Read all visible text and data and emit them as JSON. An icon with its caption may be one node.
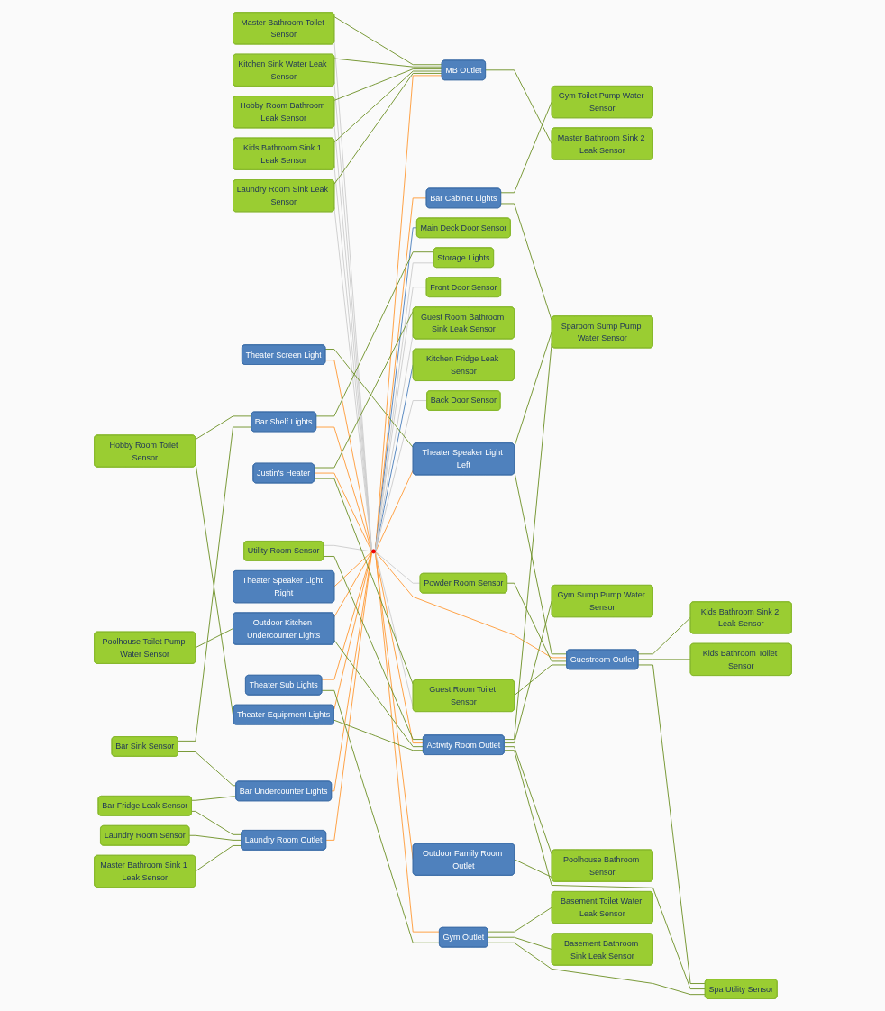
{
  "diagram": {
    "nodes": [
      {
        "text": [
          "Master Bathroom Sink 1 Leak Sensor"
        ]
      },
      {
        "text": [
          "Laundry Room Sensor"
        ]
      },
      {
        "text": [
          "Bar Fridge Leak Sensor"
        ]
      },
      {
        "text": [
          "Laundry Room Outlet"
        ]
      },
      {
        "text": [
          "Gym Toilet Pump Water Sensor"
        ]
      },
      {
        "text": [
          "Master Bathroom Sink 2 Leak Sensor"
        ]
      },
      {
        "text": [
          "Bar Sink Sensor"
        ]
      },
      {
        "text": [
          "Bar Undercounter Lights"
        ]
      },
      {
        "text": [
          "MB Outlet"
        ]
      },
      {
        "text": [
          "Bar Cabinet Lights"
        ]
      },
      {
        "text": [
          "Laundry Room Sink Leak Sensor"
        ]
      },
      {
        "text": [
          "Hobby Room Bathroom Leak Sensor"
        ]
      },
      {
        "text": [
          "Bar Shelf Lights"
        ]
      },
      {
        "text": [
          "Main Deck Door Sensor"
        ]
      },
      {
        "text": [
          "Kitchen Sink Water Leak Sensor"
        ]
      },
      {
        "text": [
          "Master Bathroom Toilet Sensor"
        ]
      },
      {
        "text": [
          "Kids Bathroom Sink 1 Leak Sensor"
        ]
      },
      {
        "text": [
          "Storage Lights"
        ]
      },
      {
        "text": [
          "Theater Speaker Light Right"
        ]
      },
      {
        "text": [
          "Hobby Room Toilet Sensor"
        ]
      },
      {
        "text": [
          "Front Door Sensor"
        ]
      },
      {
        "text": [
          "Guest Room Bathroom Sink Leak Sensor"
        ]
      },
      {
        "text": [],
        "shape": "circle"
      },
      {
        "text": [
          "Kitchen Fridge Leak Sensor"
        ]
      },
      {
        "text": [
          "Theater Equipment Lights"
        ]
      },
      {
        "text": [
          "Justin's Heater"
        ]
      },
      {
        "text": [
          "Sparoom Sump Pump Water Sensor"
        ]
      },
      {
        "text": [
          "Theater Screen Light"
        ]
      },
      {
        "text": [
          "Outdoor Kitchen Undercounter Lights"
        ]
      },
      {
        "text": [
          "Back Door Sensor"
        ]
      },
      {
        "text": [
          "Poolhouse Toilet Pump Water Sensor"
        ]
      },
      {
        "text": [
          "Utility Room Sensor"
        ]
      },
      {
        "text": [
          "Theater Speaker Light Left"
        ]
      },
      {
        "text": [
          "Guest Room Toilet Sensor"
        ]
      },
      {
        "text": [
          "Outdoor Family Room Outlet"
        ]
      },
      {
        "text": [
          "Powder Room Sensor"
        ]
      },
      {
        "text": [
          "Theater Sub Lights"
        ]
      },
      {
        "text": [
          "Activity Room Outlet"
        ]
      },
      {
        "text": [
          "Gym Sump Pump Water Sensor"
        ]
      },
      {
        "text": [
          "Guestroom Outlet"
        ]
      },
      {
        "text": [
          "Poolhouse Bathroom Sensor"
        ]
      },
      {
        "text": [
          "Gym Outlet"
        ]
      },
      {
        "text": [
          "Kids Bathroom Sink 2 Leak Sensor"
        ]
      },
      {
        "text": [
          "Spa Utility Sensor"
        ]
      },
      {
        "text": [
          "Kids Bathroom Toilet Sensor"
        ]
      },
      {
        "text": [
          "Basement Toilet Water Leak Sensor"
        ]
      },
      {
        "text": [
          "Basement Bathroom Sink Leak Sensor"
        ]
      }
    ],
    "edges": [
      {
        "from": 3,
        "to": 22,
        "arrow": "none",
        "color": "#ff9933"
      },
      {
        "from": 7,
        "to": 22,
        "arrow": "none",
        "color": "#ff9933"
      },
      {
        "from": 12,
        "to": 22,
        "arrow": "none",
        "color": "#ff9933"
      },
      {
        "from": 18,
        "to": 22,
        "arrow": "none",
        "color": "#ff9933"
      },
      {
        "from": 22,
        "to": 9,
        "arrow": "none",
        "color": "#ff9933"
      },
      {
        "from": 22,
        "to": 8,
        "arrow": "none",
        "color": "#ff9933"
      },
      {
        "from": 25,
        "to": 22,
        "arrow": "none",
        "color": "#ff9933"
      },
      {
        "from": 27,
        "to": 22,
        "arrow": "none",
        "color": "#ff9933"
      },
      {
        "from": 22,
        "to": 32,
        "arrow": "none",
        "color": "#ff9933"
      },
      {
        "from": 22,
        "to": 39,
        "arrow": "none",
        "color": "#ff9933"
      },
      {
        "from": 24,
        "to": 22,
        "arrow": "none",
        "color": "#ff9933"
      },
      {
        "from": 28,
        "to": 22,
        "arrow": "none",
        "color": "#ff9933"
      },
      {
        "from": 22,
        "to": 34,
        "arrow": "none",
        "color": "#ff9933"
      },
      {
        "from": 22,
        "to": 37,
        "arrow": "none",
        "color": "#ff9933"
      },
      {
        "from": 36,
        "to": 22,
        "arrow": "none",
        "color": "#ff9933"
      },
      {
        "from": 22,
        "to": 41,
        "arrow": "none",
        "color": "#ff9933"
      },
      {
        "from": 22,
        "to": 13,
        "arrow": "none",
        "color": "#4a7ebb"
      },
      {
        "from": 22,
        "to": 23,
        "arrow": "none",
        "color": "#4a7ebb"
      },
      {
        "from": 22,
        "to": 17,
        "arrow": "none",
        "color": "#cccccc"
      },
      {
        "from": 22,
        "to": 20,
        "arrow": "none",
        "color": "#cccccc"
      },
      {
        "from": 16,
        "to": 22,
        "arrow": "none",
        "color": "#cccccc"
      },
      {
        "from": 10,
        "to": 22,
        "arrow": "none",
        "color": "#cccccc"
      },
      {
        "from": 11,
        "to": 22,
        "arrow": "none",
        "color": "#cccccc"
      },
      {
        "from": 14,
        "to": 22,
        "arrow": "none",
        "color": "#cccccc"
      },
      {
        "from": 15,
        "to": 22,
        "arrow": "none",
        "color": "#cccccc"
      },
      {
        "from": 22,
        "to": 21,
        "arrow": "none",
        "color": "#cccccc"
      },
      {
        "from": 22,
        "to": 29,
        "arrow": "none",
        "color": "#cccccc"
      },
      {
        "from": 31,
        "to": 22,
        "arrow": "none",
        "color": "#cccccc"
      },
      {
        "from": 22,
        "to": 35,
        "arrow": "none",
        "color": "#cccccc"
      },
      {
        "from": 22,
        "to": 33,
        "arrow": "none",
        "color": "#cccccc"
      },
      {
        "from": 0,
        "to": 3,
        "arrow": "none"
      },
      {
        "from": 1,
        "to": 3,
        "arrow": "none"
      },
      {
        "from": 2,
        "to": 3,
        "arrow": "none"
      },
      {
        "from": 2,
        "to": 7,
        "arrow": "none"
      },
      {
        "from": 6,
        "to": 7,
        "arrow": "none"
      },
      {
        "from": 6,
        "to": 12,
        "arrow": "none"
      },
      {
        "from": 9,
        "to": 4,
        "arrow": "none"
      },
      {
        "from": 8,
        "to": 5,
        "arrow": "none"
      },
      {
        "from": 10,
        "to": 8,
        "arrow": "none"
      },
      {
        "from": 16,
        "to": 8,
        "arrow": "none"
      },
      {
        "from": 11,
        "to": 8,
        "arrow": "none"
      },
      {
        "from": 14,
        "to": 8,
        "arrow": "none"
      },
      {
        "from": 15,
        "to": 8,
        "arrow": "none"
      },
      {
        "from": 9,
        "to": 26,
        "arrow": "none"
      },
      {
        "from": 12,
        "to": 17,
        "arrow": "none"
      },
      {
        "from": 19,
        "to": 12,
        "arrow": "none"
      },
      {
        "from": 19,
        "to": 24,
        "arrow": "none"
      },
      {
        "from": 24,
        "to": 37,
        "arrow": "none"
      },
      {
        "from": 30,
        "to": 28,
        "arrow": "none"
      },
      {
        "from": 28,
        "to": 37,
        "arrow": "none"
      },
      {
        "from": 25,
        "to": 21,
        "arrow": "none"
      },
      {
        "from": 25,
        "to": 33,
        "arrow": "none"
      },
      {
        "from": 32,
        "to": 26,
        "arrow": "none"
      },
      {
        "from": 37,
        "to": 26,
        "arrow": "none"
      },
      {
        "from": 27,
        "to": 32,
        "arrow": "none"
      },
      {
        "from": 32,
        "to": 39,
        "arrow": "none"
      },
      {
        "from": 33,
        "to": 39,
        "arrow": "none"
      },
      {
        "from": 35,
        "to": 39,
        "arrow": "none"
      },
      {
        "from": 39,
        "to": 43,
        "arrow": "none"
      },
      {
        "from": 39,
        "to": 42,
        "arrow": "none"
      },
      {
        "from": 39,
        "to": 44,
        "arrow": "none"
      },
      {
        "from": 41,
        "to": 43,
        "arrow": "none"
      },
      {
        "from": 37,
        "to": 43,
        "arrow": "none"
      },
      {
        "from": 36,
        "to": 41,
        "arrow": "none"
      },
      {
        "from": 41,
        "to": 45,
        "arrow": "none"
      },
      {
        "from": 41,
        "to": 46,
        "arrow": "none"
      },
      {
        "from": 37,
        "to": 38,
        "arrow": "none"
      },
      {
        "from": 37,
        "to": 40,
        "arrow": "none"
      },
      {
        "from": 34,
        "to": 40,
        "arrow": "none"
      },
      {
        "from": 31,
        "to": 37,
        "arrow": "none"
      }
    ]
  }
}
